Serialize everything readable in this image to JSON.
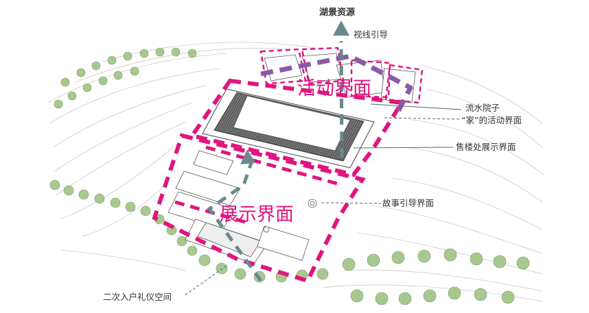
{
  "colors": {
    "accent": "#e0157f",
    "purple": "#8a5aa6",
    "arrow": "#6a8890",
    "leader": "#4a6670",
    "roof": "#555555",
    "tree": "#a8c890"
  },
  "labels": {
    "lake": "湖景资源",
    "sight": "视线引导",
    "activity_big": "活动界面",
    "display_big": "展示界面",
    "courtyard": "流水院子",
    "home_activity": "“家”的活动界面",
    "sales_display": "售楼处展示界面",
    "story": "故事引导界面",
    "entry": "二次入户礼仪空间"
  }
}
